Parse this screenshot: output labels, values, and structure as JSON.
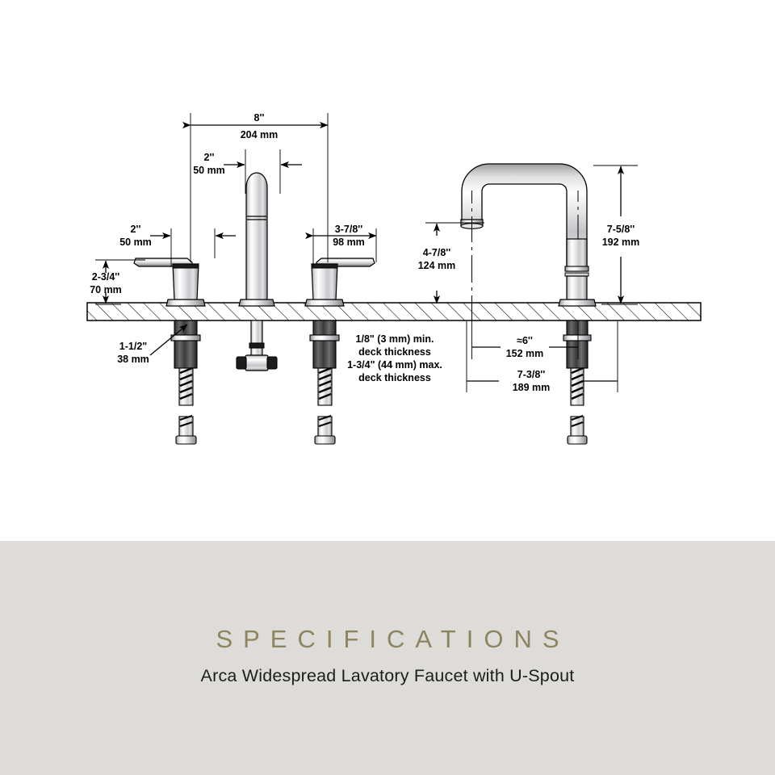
{
  "document": {
    "type": "product-specification-drawing",
    "background_color": "#ffffff",
    "panel_color": "#dedcd9"
  },
  "caption": {
    "title": "SPECIFICATIONS",
    "title_color": "#8d8460",
    "subtitle": "Arca Widespread Lavatory Faucet with U-Spout",
    "subtitle_color": "#1d1d1d"
  },
  "dimensions": {
    "spread_overall": {
      "inches": "8''",
      "metric": "204 mm"
    },
    "handle_to_rod_left": {
      "inches": "2''",
      "metric": "50 mm"
    },
    "rod_to_handle_right": {
      "inches": "2''",
      "metric": "50 mm"
    },
    "handle_height": {
      "inches": "2-3/4''",
      "metric": "70 mm"
    },
    "handle_reach": {
      "inches": "3-7/8''",
      "metric": "98 mm"
    },
    "spout_clearance": {
      "inches": "4-7/8''",
      "metric": "124 mm"
    },
    "spout_height": {
      "inches": "7-5/8''",
      "metric": "192 mm"
    },
    "spout_reach_approx": {
      "inches": "≈6''",
      "metric": "152 mm"
    },
    "spout_overall_reach": {
      "inches": "7-3/8''",
      "metric": "189 mm"
    },
    "shank_length": {
      "inches": "1-1/2\"",
      "metric": "38 mm"
    }
  },
  "notes": {
    "deck_min": "1/8\" (3 mm) min.",
    "deck_min_label": "deck thickness",
    "deck_max": "1-3/4\" (44 mm) max.",
    "deck_max_label": "deck thickness"
  },
  "parts": {
    "left_handle": "left-lever-handle",
    "right_handle": "right-lever-handle",
    "lift_rod": "pop-up-drain-lift-rod",
    "spout": "u-spout",
    "deck": "counter-deck-section"
  }
}
